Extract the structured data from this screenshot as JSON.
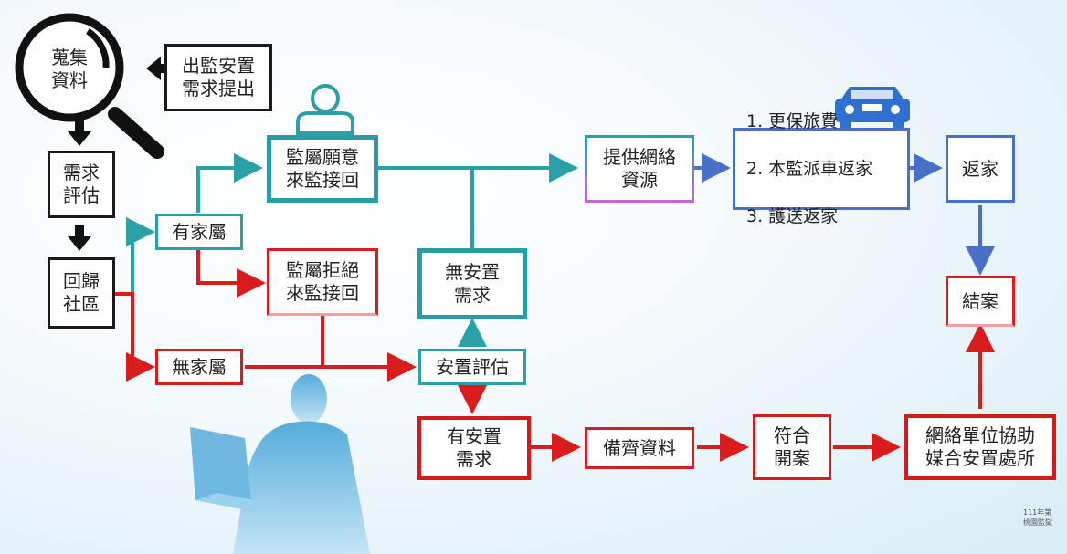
{
  "nodes": {
    "collect": "蒐集\n資料",
    "request": "出監安置\n需求提出",
    "assess_need": "需求\n評估",
    "return_community": "回歸\n社區",
    "has_family": "有家屬",
    "no_family": "無家屬",
    "family_willing": "監屬願意\n來監接回",
    "family_refuse": "監屬拒絕\n來監接回",
    "no_placement_need": "無安置\n需求",
    "placement_assessment": "安置評估",
    "provide_resources": "提供網絡\n資源",
    "options": [
      "1. 更保旅費",
      "2. 本監派車返家",
      "3. 護送返家"
    ],
    "go_home": "返家",
    "close_case": "結案",
    "has_placement_need": "有安置\n需求",
    "prepare_docs": "備齊資料",
    "meets_criteria": "符合\n開案",
    "network_unit": "網絡單位協助\n媒合安置處所"
  },
  "footer": "111年第\n桃園監獄",
  "colors": {
    "teal": "#2aa0a8",
    "red": "#d91d1d",
    "blue": "#4a6fc7",
    "black": "#1a1a1a"
  },
  "icons": [
    "magnifier-icon",
    "person-icon",
    "car-icon",
    "businessman-silhouette"
  ]
}
